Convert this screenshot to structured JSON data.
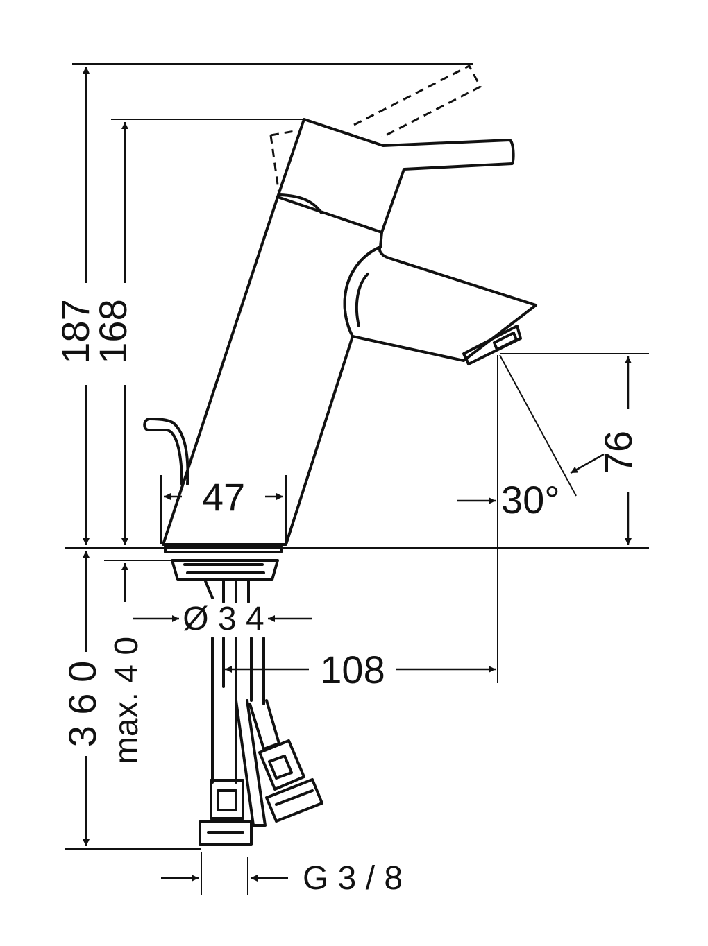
{
  "diagram": {
    "labels": {
      "h_total": "187",
      "h_lever": "168",
      "base_width": "47",
      "spout_height": "76",
      "spout_angle": "30°",
      "below_total": "3 6 0",
      "below_max": "max.  4 0",
      "hole_diameter": "Ø 3 4",
      "reach": "108",
      "thread": "G 3 / 8"
    }
  },
  "colors": {
    "stroke": "#111111",
    "background": "#ffffff"
  }
}
